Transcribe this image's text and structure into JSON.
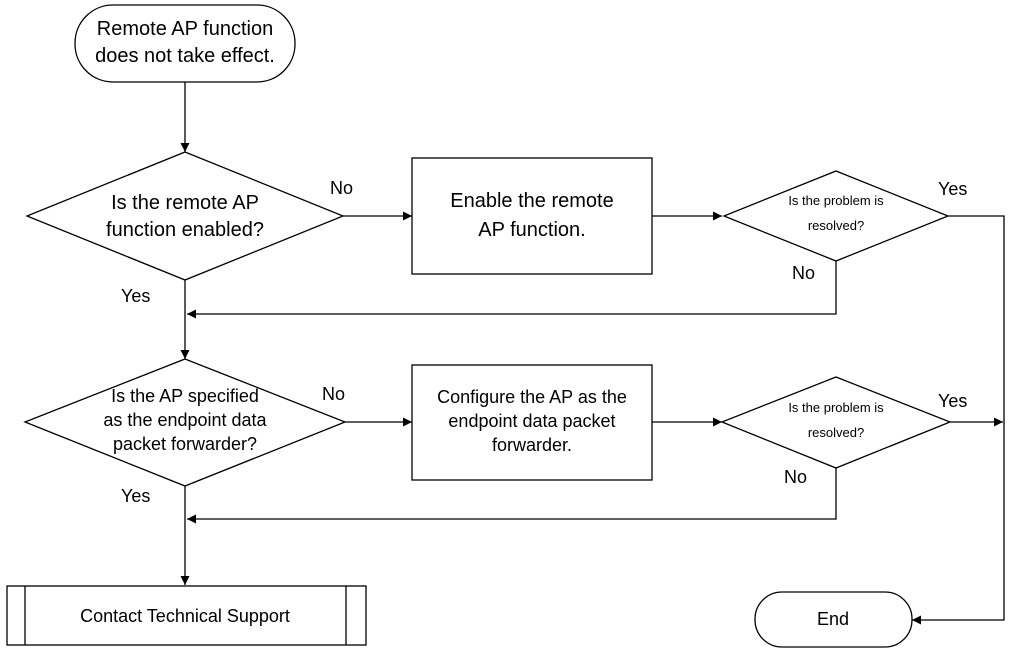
{
  "nodes": {
    "start": {
      "lines": [
        "Remote AP function",
        "does not take effect."
      ]
    },
    "q1": {
      "lines": [
        "Is the remote AP",
        "function enabled?"
      ]
    },
    "a1": {
      "lines": [
        "Enable the remote",
        "AP function."
      ]
    },
    "r1": {
      "lines": [
        "Is the problem is",
        "resolved?"
      ]
    },
    "q2": {
      "lines": [
        "Is the AP specified",
        "as the endpoint data",
        "packet forwarder?"
      ]
    },
    "a2": {
      "lines": [
        "Configure the AP as the",
        "endpoint data packet",
        "forwarder."
      ]
    },
    "r2": {
      "lines": [
        "Is the problem is",
        "resolved?"
      ]
    },
    "support": {
      "label": "Contact Technical Support"
    },
    "end": {
      "label": "End"
    }
  },
  "edge_labels": {
    "q1_no": "No",
    "q1_yes": "Yes",
    "r1_yes": "Yes",
    "r1_no": "No",
    "q2_no": "No",
    "q2_yes": "Yes",
    "r2_yes": "Yes",
    "r2_no": "No"
  }
}
